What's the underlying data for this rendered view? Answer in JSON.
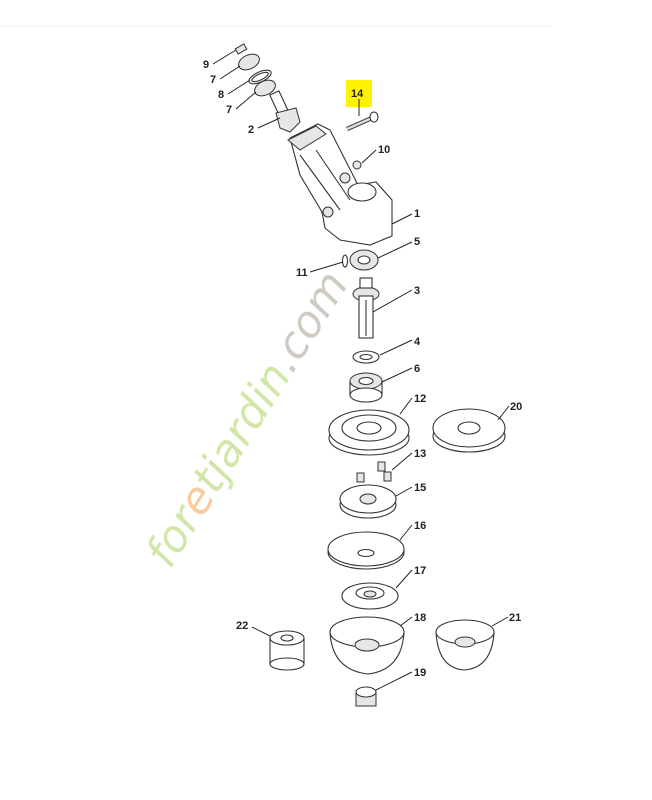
{
  "diagram": {
    "watermark": {
      "text": "foretjardin.com",
      "parts": [
        "for",
        "e",
        "tjardin",
        ".com"
      ],
      "colors": {
        "green": "#c9e39a",
        "orange": "#f6c48e",
        "gray": "#c8c2b8"
      }
    },
    "highlight_color": "#fff200",
    "highlighted_part": "14",
    "callouts": [
      "9",
      "7",
      "8",
      "7",
      "2",
      "14",
      "10",
      "1",
      "5",
      "11",
      "3",
      "4",
      "6",
      "12",
      "20",
      "13",
      "15",
      "16",
      "17",
      "18",
      "21",
      "22",
      "19"
    ]
  }
}
